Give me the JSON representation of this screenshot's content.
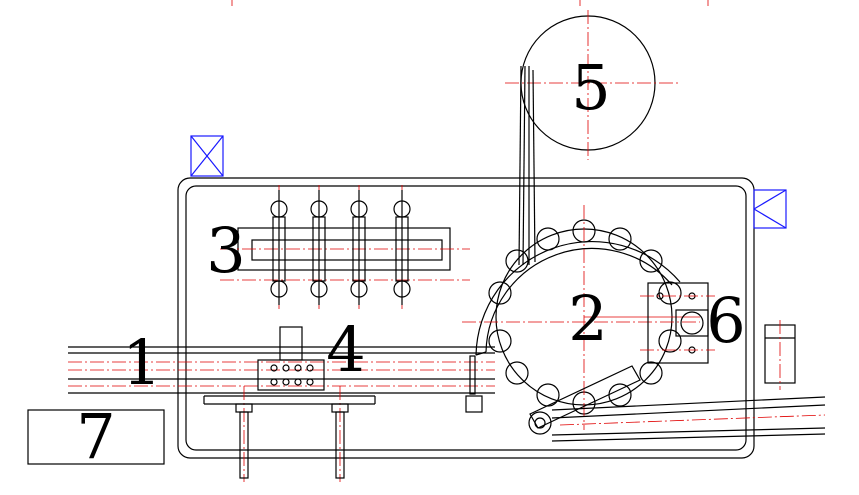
{
  "diagram": {
    "labels": {
      "conveyor": "1",
      "star_wheel": "2",
      "capper_heads": "3",
      "guide_block": "4",
      "roll": "5",
      "side_plate": "6",
      "box": "7"
    },
    "colors": {
      "outline": "#000000",
      "centerline": "#e00000",
      "marker": "#1a1aff"
    }
  }
}
